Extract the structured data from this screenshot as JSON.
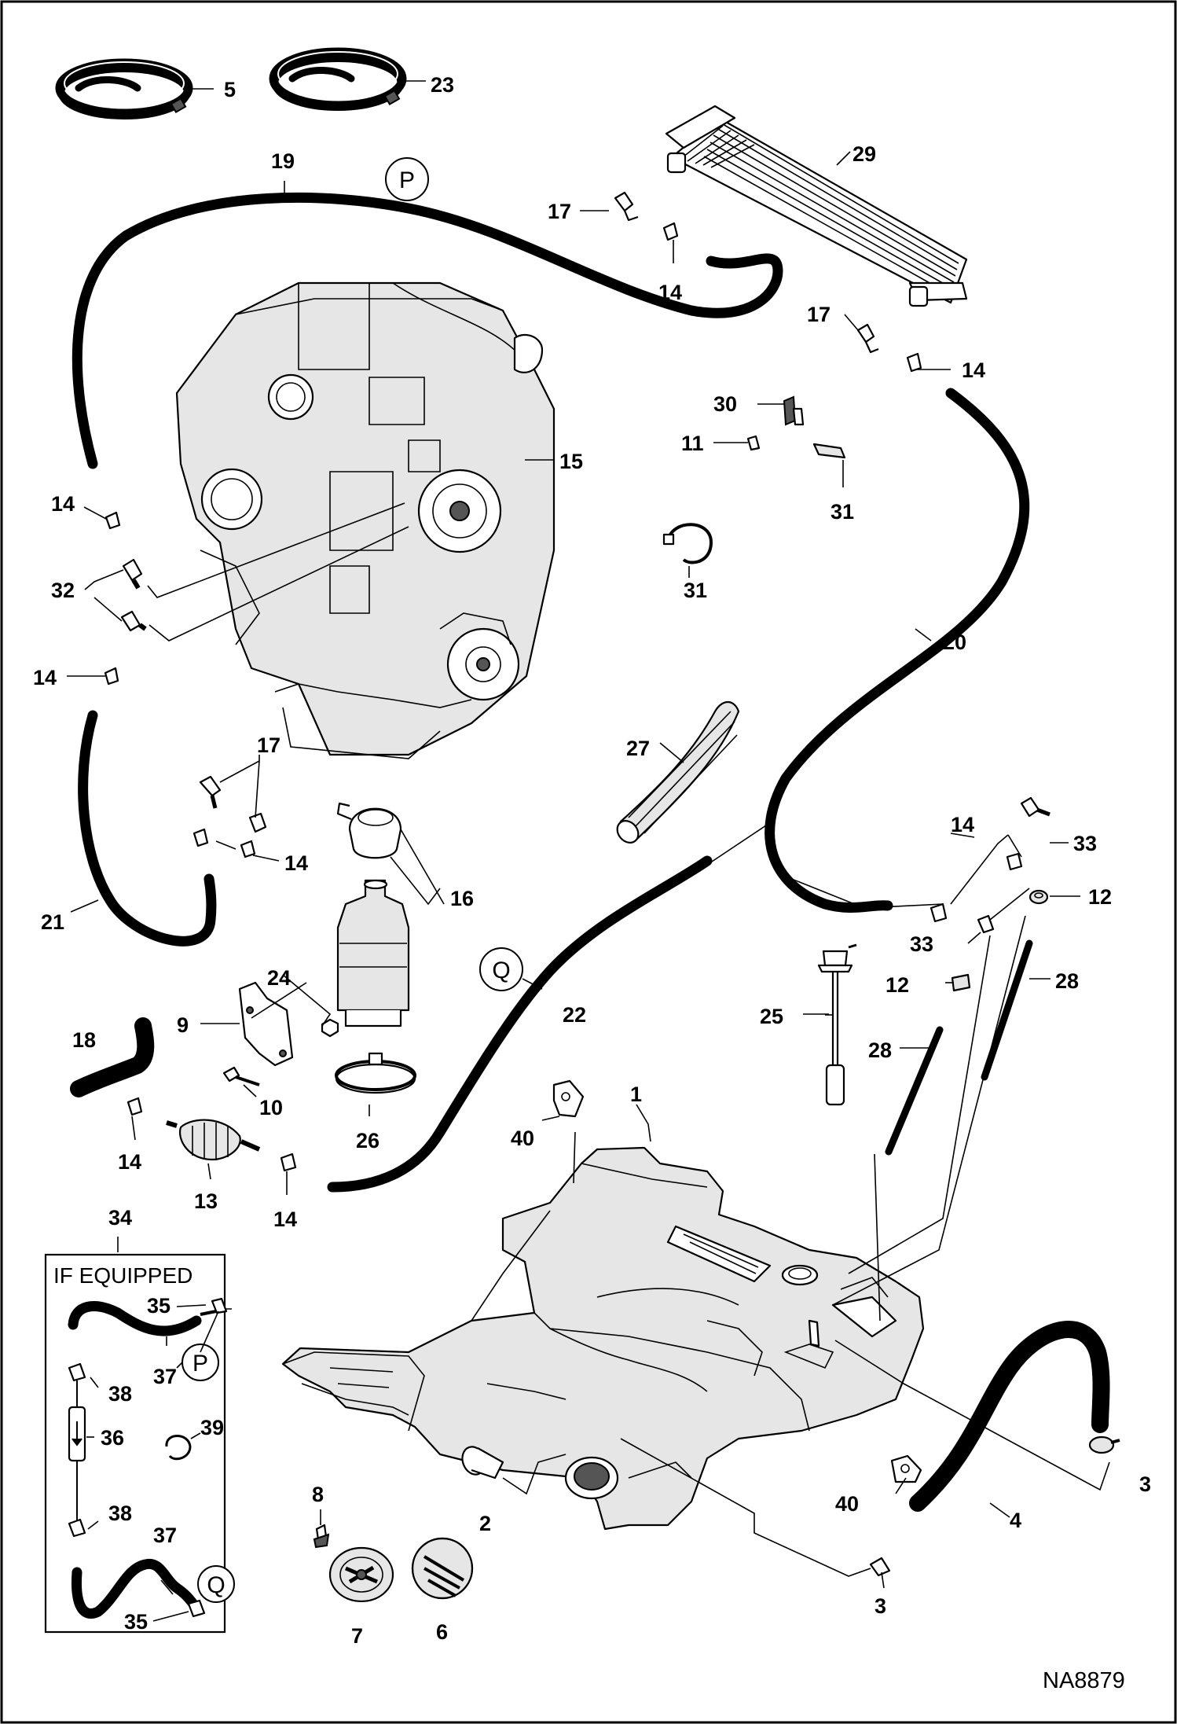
{
  "diagram": {
    "code": "NA8879",
    "inset_title": "IF EQUIPPED",
    "ref_p": "P",
    "ref_q": "Q",
    "callouts": {
      "c5": "5",
      "c23": "23",
      "c19": "19",
      "c29": "29",
      "c17a": "17",
      "c14a": "14",
      "c17b": "17",
      "c14b": "14",
      "c30": "30",
      "c11": "11",
      "c31a": "31",
      "c31b": "31",
      "c15": "15",
      "c14c": "14",
      "c32": "32",
      "c14d": "14",
      "c20": "20",
      "c27": "27",
      "c17c": "17",
      "c14e": "14",
      "c16": "16",
      "c21": "21",
      "c14f": "14",
      "c33a": "33",
      "c12a": "12",
      "c33b": "33",
      "c12b": "12",
      "c28a": "28",
      "c28b": "28",
      "c24": "24",
      "c9": "9",
      "c18": "18",
      "c10": "10",
      "c26": "26",
      "c22": "22",
      "c25": "25",
      "c1": "1",
      "c40a": "40",
      "c14g": "14",
      "c13": "13",
      "c14h": "14",
      "c34": "34",
      "c35a": "35",
      "c37a": "37",
      "c38a": "38",
      "c36": "36",
      "c39": "39",
      "c38b": "38",
      "c37b": "37",
      "c35b": "35",
      "c8": "8",
      "c7": "7",
      "c6": "6",
      "c2": "2",
      "c40b": "40",
      "c3a": "3",
      "c4": "4",
      "c3b": "3"
    }
  }
}
